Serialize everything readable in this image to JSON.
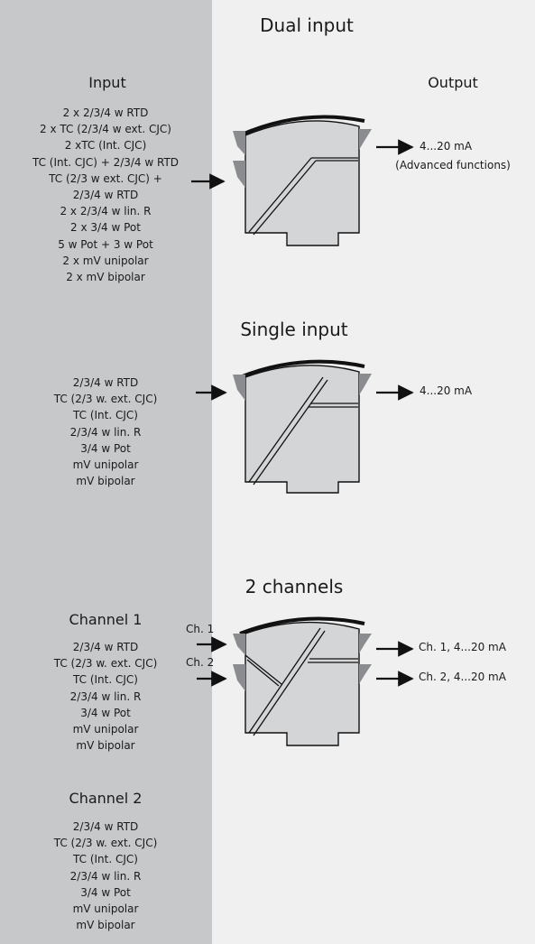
{
  "dual": {
    "title": "Dual input",
    "input_header": "Input",
    "output_header": "Output",
    "inputs": [
      "2 x 2/3/4 w RTD",
      "2 x TC (2/3/4 w ext. CJC)",
      "2 xTC (Int. CJC)",
      "TC (Int. CJC) + 2/3/4 w RTD",
      "TC (2/3 w ext. CJC) +",
      "2/3/4 w RTD",
      "2 x 2/3/4 w lin. R",
      "2 x 3/4 w Pot",
      "5 w Pot + 3 w Pot",
      "2 x mV unipolar",
      "2 x mV bipolar"
    ],
    "output_line1": "4...20 mA",
    "output_line2": "(Advanced functions)"
  },
  "single": {
    "title": "Single input",
    "inputs": [
      "2/3/4 w RTD",
      "TC (2/3 w. ext. CJC)",
      "TC (Int. CJC)",
      "2/3/4 w lin. R",
      "3/4 w Pot",
      "mV unipolar",
      "mV bipolar"
    ],
    "output": "4...20 mA"
  },
  "two_channel": {
    "title": "2 channels",
    "ch1_header": "Channel 1",
    "ch1_inputs": [
      "2/3/4 w RTD",
      "TC (2/3 w. ext. CJC)",
      "TC (Int. CJC)",
      "2/3/4 w lin. R",
      "3/4 w Pot",
      "mV unipolar",
      "mV bipolar"
    ],
    "ch2_header": "Channel 2",
    "ch2_inputs": [
      "2/3/4 w RTD",
      "TC (2/3 w. ext. CJC)",
      "TC (Int. CJC)",
      "2/3/4 w lin. R",
      "3/4 w Pot",
      "mV unipolar",
      "mV bipolar"
    ],
    "ch1_tag": "Ch. 1",
    "ch2_tag": "Ch. 2",
    "out1": "Ch. 1, 4...20 mA",
    "out2": "Ch. 2, 4...20 mA"
  },
  "colors": {
    "left_panel": "#c6c8ca",
    "right_panel": "#f0f0f1",
    "device_body": "#d4d5d7",
    "terminal_tab": "#8a8c8f",
    "text": "#1a1a1a"
  }
}
